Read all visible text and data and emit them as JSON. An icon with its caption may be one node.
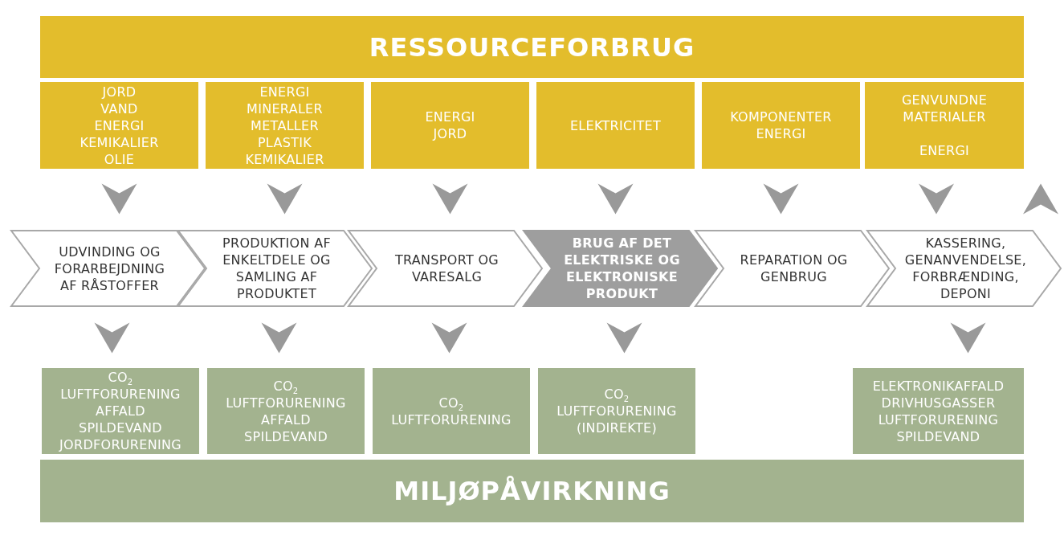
{
  "diagram": {
    "nodes": [
      {
        "text": [
          "RESSOURCEFORBRUG"
        ]
      },
      {
        "text": [
          "JORD VAND ENERGI KEMIKALIER OLIE"
        ]
      },
      {
        "text": [
          "ENERGI MINERALER METALLER PLASTIK KEMIKALIER"
        ]
      },
      {
        "text": [
          "ENERGI JORD"
        ]
      },
      {
        "text": [
          "ELEKTRICITET"
        ]
      },
      {
        "text": [
          "KOMPONENTER ENERGI"
        ]
      },
      {
        "text": [
          "GENVUNDNE MATERIALER",
          "ENERGI"
        ]
      },
      {
        "text": [
          "UDVINDING OG FORARBEJDNING AF RÅSTOFFER"
        ]
      },
      {
        "text": [
          "PRODUKTION AF ENKELTDELE OG SAMLING AF PRODUKTET"
        ]
      },
      {
        "text": [
          "TRANSPORT OG VARESALG"
        ]
      },
      {
        "text": [
          "BRUG AF DET ELEKTRISKE OG ELEKTRONISKE PRODUKT"
        ]
      },
      {
        "text": [
          "REPARATION OG GENBRUG"
        ]
      },
      {
        "text": [
          "KASSERING, GENANVENDELSE, FORBRÆNDING, DEPONI"
        ]
      },
      {
        "text": [
          "CO$_{2}$ LUFTFORURENING AFFALD SPILDEVAND JORDFORURENING"
        ]
      },
      {
        "text": [
          "CO$_{2}$ LUFTFORURENING AFFALD SPILDEVAND"
        ]
      },
      {
        "text": [
          "CO$_{2}$ LUFTFORURENING"
        ]
      },
      {
        "text": [
          "CO$_{2}$ LUFTFORURENING (INDIREKTE)"
        ]
      },
      {
        "text": [
          "ELEKTRONIKAFFALD DRIVHUSGASSER LUFTFORURENING SPILDEVAND"
        ]
      },
      {
        "text": [
          "MILJØPÅVIRKNING"
        ]
      }
    ],
    "edges": [
      {
        "from": 1,
        "to": 7,
        "arrow": "to"
      },
      {
        "from": 2,
        "to": 8,
        "arrow": "to"
      },
      {
        "from": 3,
        "to": 9,
        "arrow": "to"
      },
      {
        "from": 4,
        "to": 10,
        "arrow": "to"
      },
      {
        "from": 5,
        "to": 11,
        "arrow": "to"
      },
      {
        "from": 6,
        "to": 12,
        "arrow": "to"
      },
      {
        "from": 12,
        "to": 6,
        "arrow": "to"
      },
      {
        "from": 7,
        "to": 13,
        "arrow": "to"
      },
      {
        "from": 8,
        "to": 14,
        "arrow": "to"
      },
      {
        "from": 9,
        "to": 15,
        "arrow": "to"
      },
      {
        "from": 10,
        "to": 16,
        "arrow": "to"
      },
      {
        "from": 12,
        "to": 17,
        "arrow": "to"
      }
    ]
  }
}
